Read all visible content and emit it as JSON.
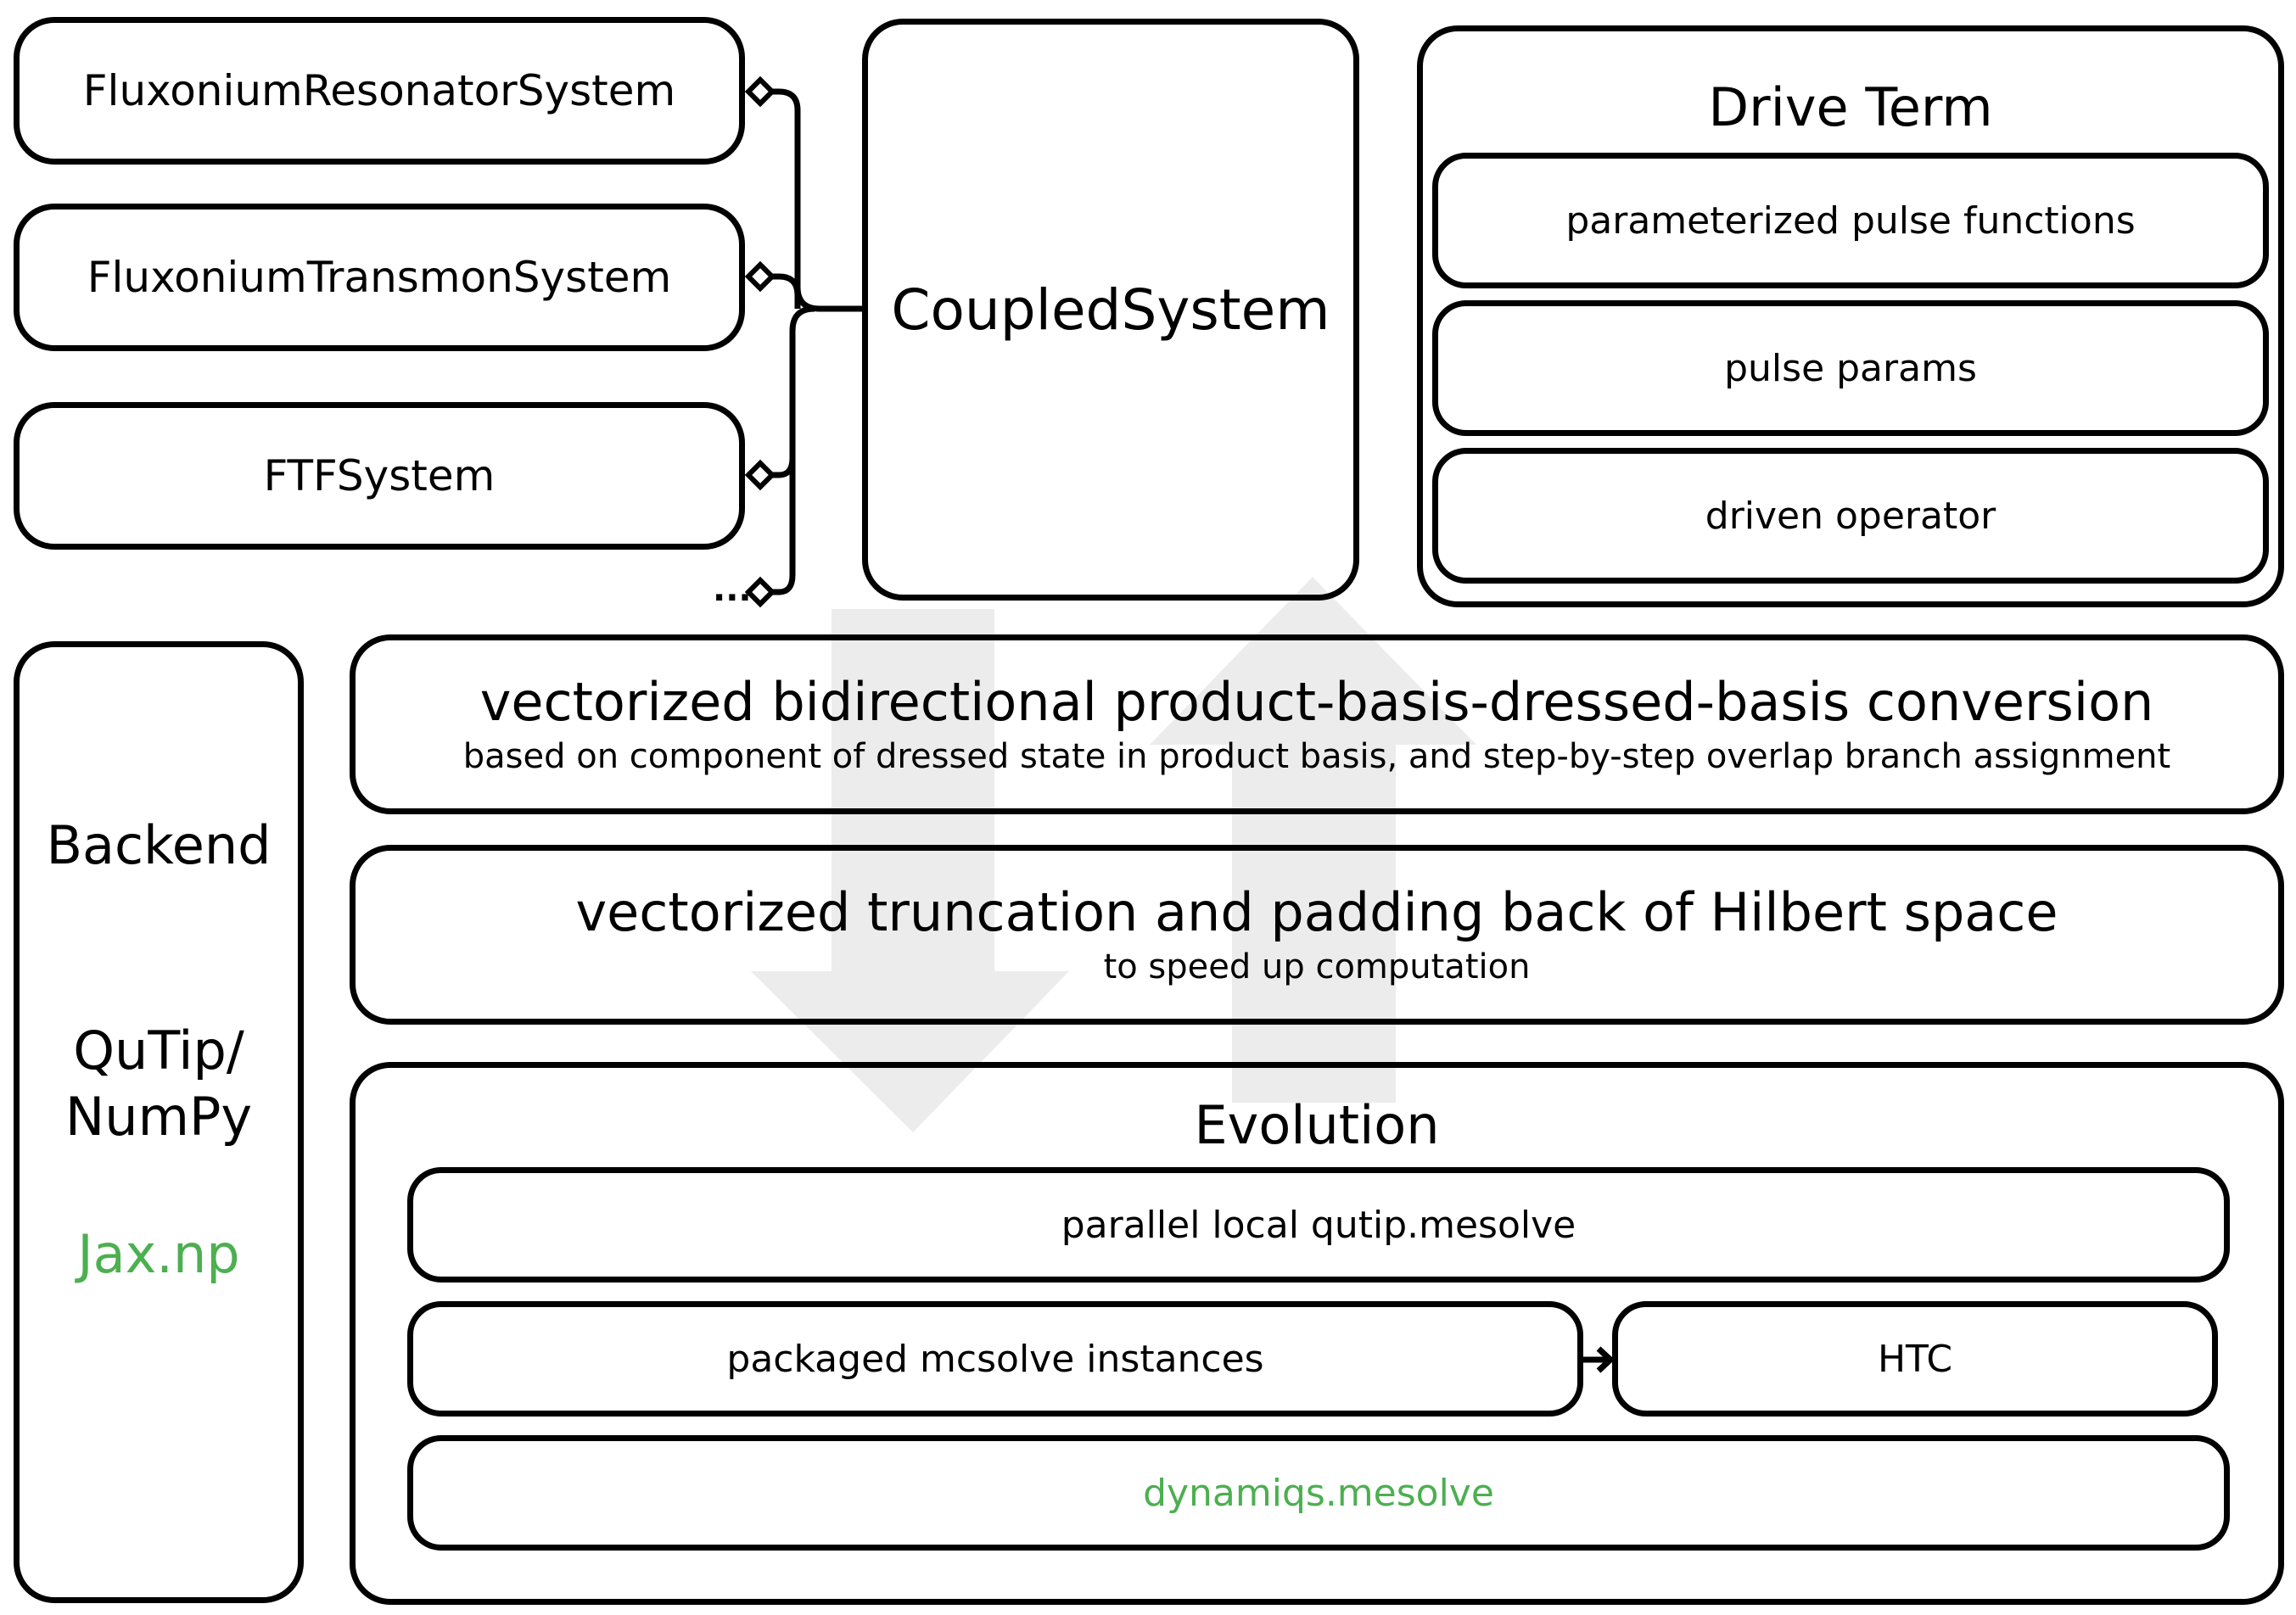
{
  "systems": {
    "fluxonium_resonator": "FluxoniumResonatorSystem",
    "fluxonium_transmon": "FluxoniumTransmonSystem",
    "ftf": "FTFSystem",
    "more": "..."
  },
  "coupled_system": "CoupledSystem",
  "drive_term": {
    "title": "Drive Term",
    "items": [
      "parameterized pulse functions",
      "pulse params",
      "driven operator"
    ]
  },
  "backend": {
    "title": "Backend",
    "qutip_numpy": "QuTip/ NumPy",
    "jax": "Jax.np"
  },
  "conversion": {
    "title": "vectorized bidirectional product-basis-dressed-basis conversion",
    "subtitle": "based on component of dressed state in product basis, and step-by-step overlap branch assignment"
  },
  "truncation": {
    "title": "vectorized truncation and padding back of Hilbert space",
    "subtitle": "to speed up computation"
  },
  "evolution": {
    "title": "Evolution",
    "mesolve": "parallel local qutip.mesolve",
    "mcsolve": "packaged mcsolve instances",
    "htc": "HTC",
    "dynamiqs": "dynamiqs.mesolve"
  },
  "colors": {
    "border": "#000000",
    "accent_green": "#4caf50",
    "arrow_fill": "#ececec"
  }
}
